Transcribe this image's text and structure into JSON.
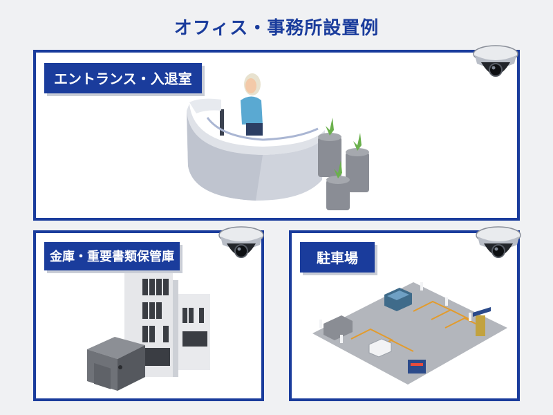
{
  "title": "オフィス・事務所設置例",
  "panels": {
    "entrance": {
      "label": "エントランス・入退室"
    },
    "vault": {
      "label": "金庫・重要書類保管庫"
    },
    "parking": {
      "label": "駐車場"
    }
  },
  "colors": {
    "accent": "#1a3c9c",
    "shadow": "#c9cdd6",
    "background": "#f0f1f3"
  },
  "icons": [
    "dome-camera-icon"
  ]
}
